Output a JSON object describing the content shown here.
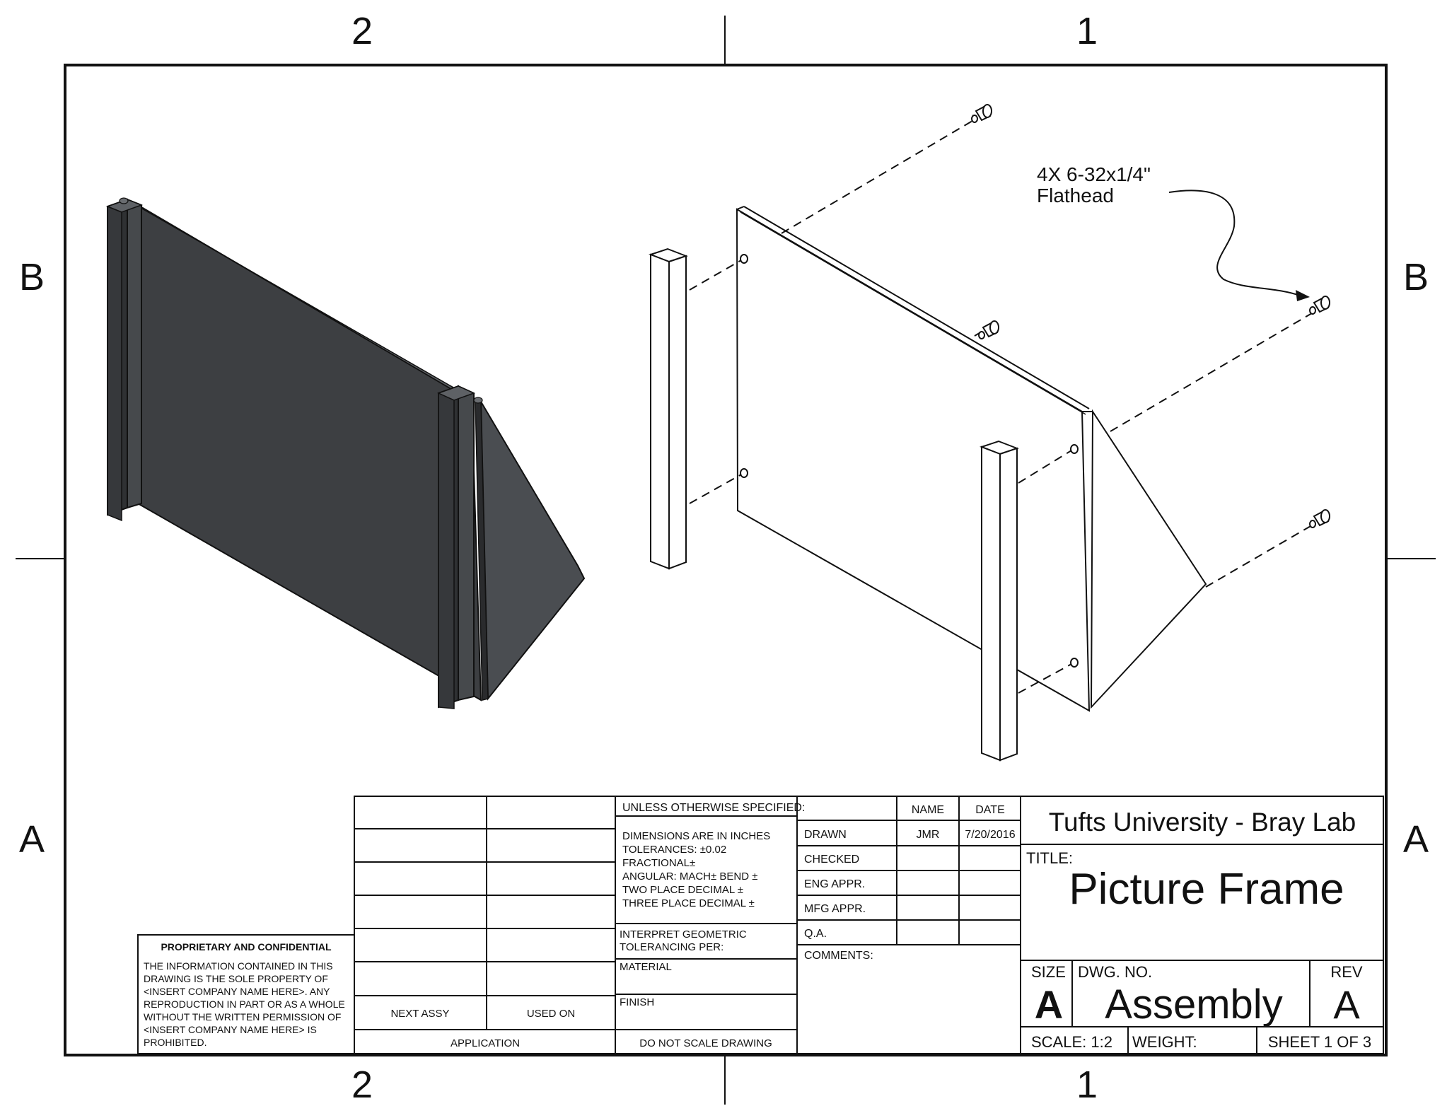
{
  "zones": {
    "top": [
      "2",
      "1"
    ],
    "bottom": [
      "2",
      "1"
    ],
    "left": [
      "B",
      "A"
    ],
    "right": [
      "B",
      "A"
    ]
  },
  "callout": {
    "line1": "4X 6-32x1/4\"",
    "line2": "Flathead"
  },
  "title_block": {
    "company": "Tufts University - Bray Lab",
    "title_label": "TITLE:",
    "title": "Picture Frame",
    "size_label": "SIZE",
    "size": "A",
    "dwg_no_label": "DWG.  NO.",
    "dwg_no": "Assembly",
    "rev_label": "REV",
    "rev": "A",
    "scale": "SCALE: 1:2",
    "weight": "WEIGHT:",
    "sheet": "SHEET 1 OF 3",
    "name_header": "NAME",
    "date_header": "DATE",
    "rows": [
      {
        "label": "DRAWN",
        "name": "JMR",
        "date": "7/20/2016"
      },
      {
        "label": "CHECKED",
        "name": "",
        "date": ""
      },
      {
        "label": "ENG APPR.",
        "name": "",
        "date": ""
      },
      {
        "label": "MFG APPR.",
        "name": "",
        "date": ""
      },
      {
        "label": "Q.A.",
        "name": "",
        "date": ""
      }
    ],
    "comments": "COMMENTS:",
    "unless": "UNLESS OTHERWISE SPECIFIED:",
    "tolerances": [
      "DIMENSIONS ARE IN INCHES",
      "TOLERANCES: ±0.02",
      "FRACTIONAL±",
      "ANGULAR: MACH±    BEND ±",
      "TWO PLACE DECIMAL    ±",
      "THREE PLACE DECIMAL  ±"
    ],
    "interpret": [
      "INTERPRET GEOMETRIC",
      "TOLERANCING PER:"
    ],
    "material": "MATERIAL",
    "finish": "FINISH",
    "do_not_scale": "DO NOT SCALE DRAWING",
    "next_assy": "NEXT ASSY",
    "used_on": "USED ON",
    "application": "APPLICATION",
    "proprietary_title": "PROPRIETARY AND CONFIDENTIAL",
    "proprietary_lines": [
      "THE INFORMATION CONTAINED IN THIS",
      "DRAWING IS THE SOLE PROPERTY OF",
      "<INSERT COMPANY NAME HERE>.  ANY",
      "REPRODUCTION IN PART OR AS A WHOLE",
      "WITHOUT THE WRITTEN PERMISSION OF",
      "<INSERT COMPANY NAME HERE> IS",
      "PROHIBITED."
    ]
  }
}
